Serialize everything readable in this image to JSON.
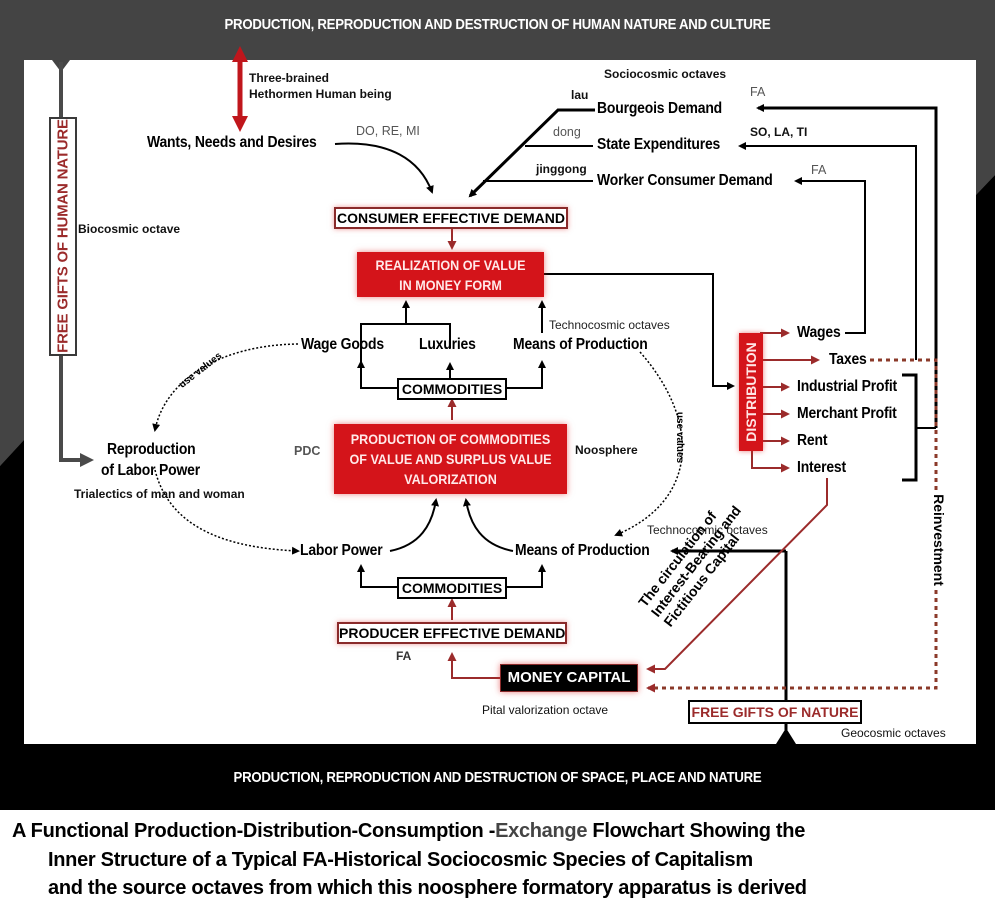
{
  "bands": {
    "top": "PRODUCTION, REPRODUCTION AND DESTRUCTION OF HUMAN NATURE AND CULTURE",
    "bottom": "PRODUCTION, REPRODUCTION AND DESTRUCTION OF SPACE, PLACE AND NATURE"
  },
  "colors": {
    "top_band": "#444444",
    "bottom_band": "#000000",
    "accent_red": "#d4141a",
    "dark_red": "#8a2a2a",
    "reinvestment_dots": "#8b3a2a"
  },
  "left_column": {
    "free_gifts_human_nature": "FREE GIFTS OF HUMAN NATURE",
    "biocosmic": "Biocosmic octave",
    "reproduction_line1": "Reproduction",
    "reproduction_line2": "of Labor Power",
    "trialectics": "Trialectics  of  man and woman"
  },
  "top_section": {
    "three_brained_line1": "Three-brained",
    "three_brained_line2": "Hethormen Human being",
    "wants": "Wants, Needs and Desires",
    "do_re_mi": "DO, RE, MI",
    "sociocosmic": "Sociocosmic octaves",
    "lau": "lau",
    "dong": "dong",
    "jinggong": "jinggong",
    "bourgeois": "Bourgeois Demand",
    "state": "State Expenditures",
    "worker": "Worker Consumer Demand",
    "fa_bourgeois": "FA",
    "so_la_ti": "SO, LA, TI",
    "fa_worker": "FA"
  },
  "center": {
    "consumer_effective_demand": "CONSUMER EFFECTIVE DEMAND",
    "realization_line1": "REALIZATION OF VALUE",
    "realization_line2": "IN MONEY FORM",
    "wage_goods": "Wage Goods",
    "luxuries": "Luxuries",
    "means_of_production_top": "Means of Production",
    "technocosmic_top": "Technocosmic octaves",
    "commodities_top": "COMMODITIES",
    "production_line1": "PRODUCTION OF COMMODITIES",
    "production_line2": "OF VALUE AND SURPLUS VALUE",
    "production_line3": "VALORIZATION",
    "pdc": "PDC",
    "noosphere": "Noosphere",
    "use_values_left": "use values",
    "use_values_right": "use values",
    "labor_power": "Labor Power",
    "means_of_production_bottom": "Means of Production",
    "technocosmic_bottom": "Technocosmic octaves",
    "commodities_bottom": "COMMODITIES",
    "producer_effective_demand": "PRODUCER EFFECTIVE DEMAND",
    "fa_producer": "FA",
    "money_capital": "MONEY CAPITAL",
    "pital_valorization": "Pital valorization octave"
  },
  "distribution": {
    "title": "DISTRIBUTION",
    "items": [
      "Wages",
      "Taxes",
      "Industrial Profit",
      "Merchant Profit",
      "Rent",
      "Interest"
    ],
    "reinvestment": "Reinvestment",
    "circulation_line1": "The circulation of",
    "circulation_line2": "Interest-Bearing and",
    "circulation_line3": "Fictitious Capital",
    "free_gifts_nature": "FREE GIFTS OF NATURE",
    "geocosmic": "Geocosmic octaves"
  },
  "caption": {
    "line1_a": "A Functional Production-Distribution-Consumption -",
    "line1_b": "Exchange",
    "line1_c": " Flowchart Showing the",
    "line2": "Inner Structure of a Typical FA-Historical Sociocosmic Species of Capitalism",
    "line3": "and the source octaves from which this noosphere formatory apparatus is derived"
  }
}
